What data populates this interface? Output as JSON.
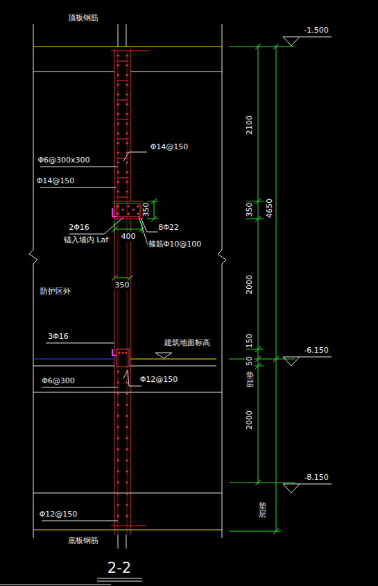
{
  "diagram": {
    "title": "2-2",
    "labels": [
      "顶板钢筋",
      "-1.500",
      "2100",
      "4650",
      "350",
      "Φ14@150",
      "Φ6@300x300",
      "Φ14@150",
      "350",
      "2Φ16",
      "锚入墙内 Laf",
      "400",
      "8Φ22",
      "箍筋Φ10@100",
      "350",
      "防护区外",
      "2000",
      "3Φ16",
      "建筑地面标高",
      "150",
      "-6.150",
      "50",
      "垫层",
      "Φ6@300",
      "Φ12@150",
      "2000",
      "-8.150",
      "垫层",
      "Φ12@150",
      "底板钢筋"
    ]
  }
}
